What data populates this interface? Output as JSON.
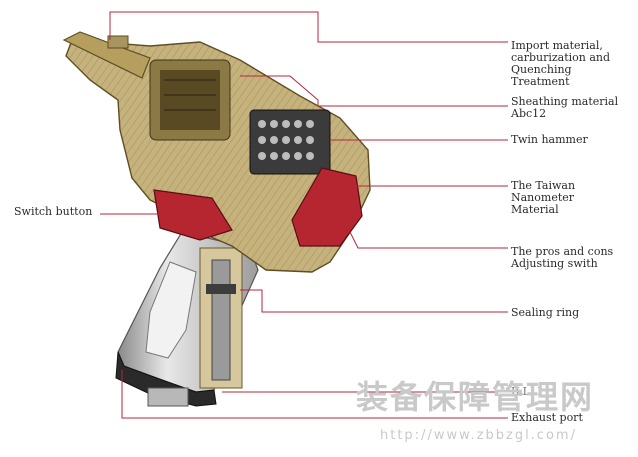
{
  "labels": {
    "import_material": "Import material,\ncarburization and\nQuenching\nTreatment",
    "sheathing_material": "Sheathing material\nAbc12",
    "twin_hammer": "Twin hammer",
    "nanometer_material": "The Taiwan\nNanometer\nMaterial",
    "pros_cons_switch": "The pros and cons\nAdjusting swith",
    "switch_button": "Switch button",
    "sealing_ring": "Sealing ring",
    "hidden_label": "ILLLI",
    "exhaust_port": "Exhaust port"
  },
  "watermark": {
    "text": "装备保障管理网",
    "url": "http://www.zbbzgl.com/"
  },
  "colors": {
    "housing": "#c4b07a",
    "housing_dark": "#8e7a45",
    "red_part": "#b52630",
    "grip": "#d9d9d9",
    "leader_line": "#b5273a"
  }
}
